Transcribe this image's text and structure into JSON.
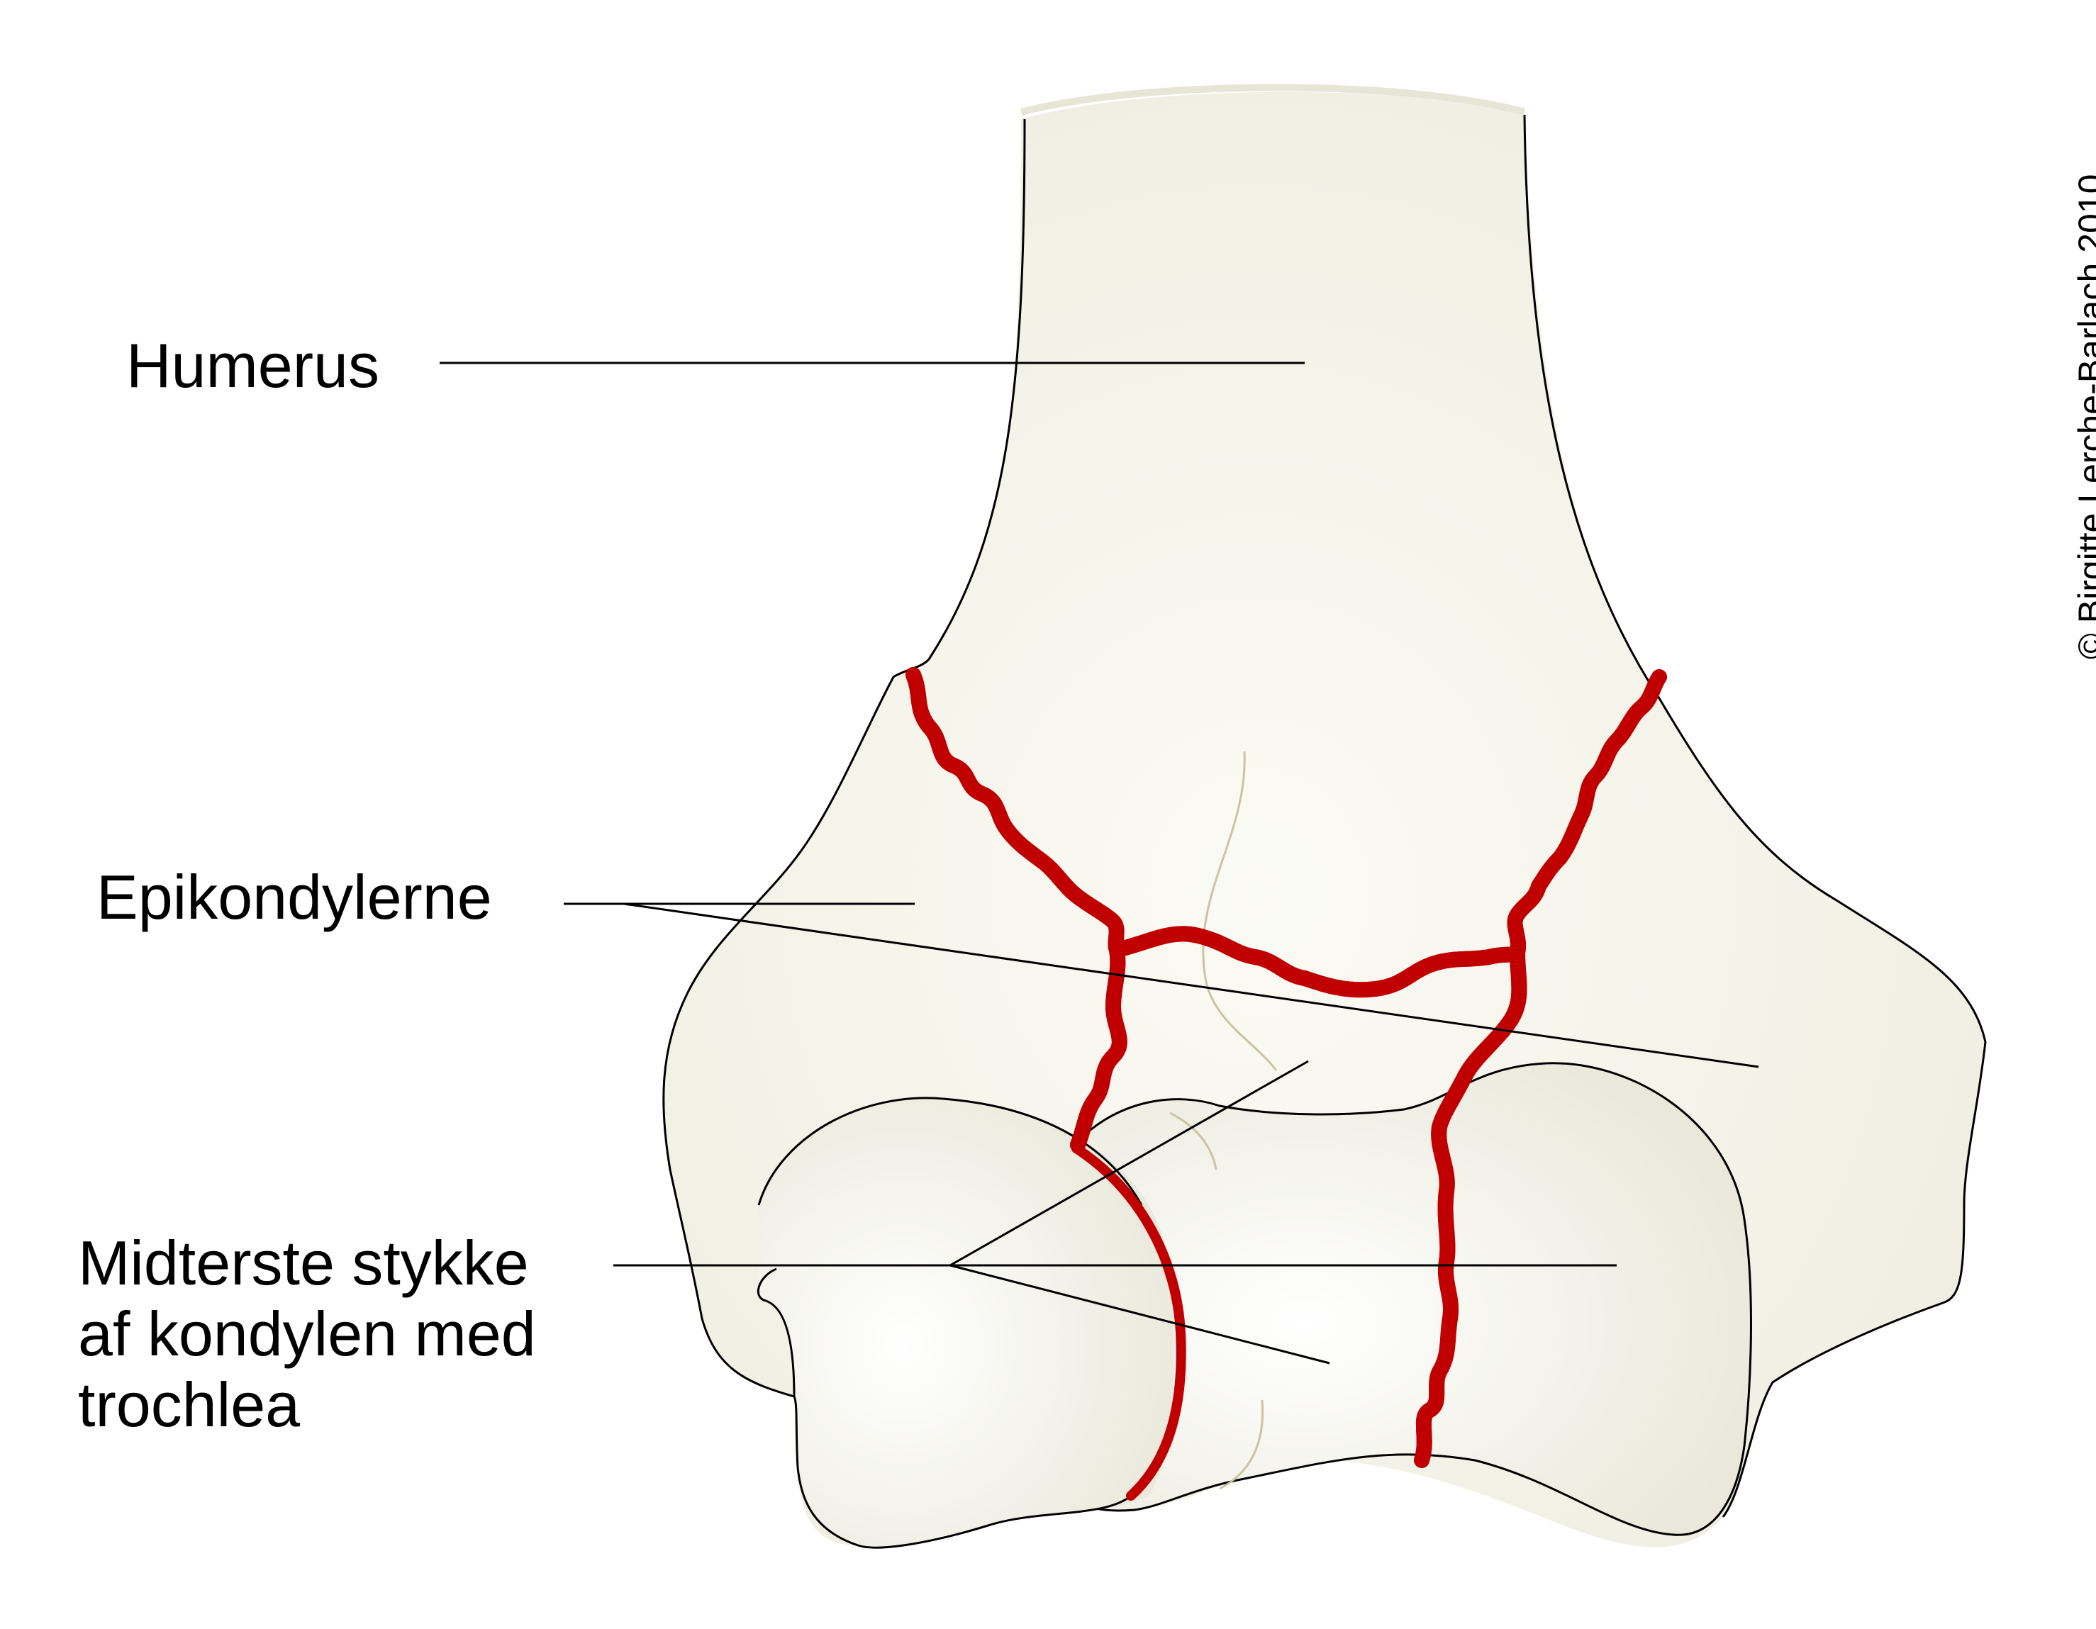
{
  "labels": {
    "humerus": "Humerus",
    "epicondyles": "Epikondylerne",
    "middle_piece": [
      "Midterste stykke",
      "af kondylen med",
      "trochlea"
    ]
  },
  "copyright": "© Birgitte Lerche-Barlach 2010",
  "colors": {
    "bone_fill": "#efeee2",
    "bone_highlight": "#fbfbf6",
    "outline": "#000000",
    "fracture_red": "#c00000",
    "fracture_core": "#1a0000",
    "faint_line": "#c9c4a0"
  }
}
